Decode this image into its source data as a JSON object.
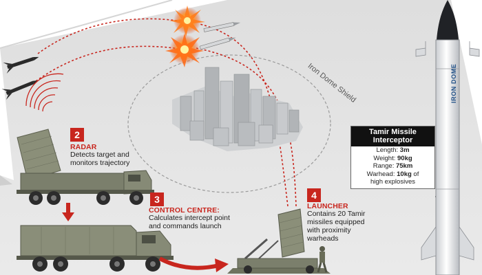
{
  "shield_label": "Iron Dome Shield",
  "steps": [
    {
      "number": "2",
      "title": "RADAR",
      "lines": [
        "Detects target and",
        "monitors trajectory"
      ]
    },
    {
      "number": "3",
      "title": "CONTROL CENTRE:",
      "lines": [
        "Calculates intercept point",
        "and commands launch"
      ]
    },
    {
      "number": "4",
      "title": "LAUNCHER",
      "lines": [
        "Contains 20 Tamir",
        "missiles equipped",
        "with proximity",
        "warheads"
      ]
    }
  ],
  "spec": {
    "title": [
      "Tamir Missile",
      "Interceptor"
    ],
    "rows": [
      {
        "label": "Length: ",
        "value": "3m"
      },
      {
        "label": "Weight: ",
        "value": "90kg"
      },
      {
        "label": "Range: ",
        "value": "75km"
      },
      {
        "label": "Warhead: ",
        "value": "10kg",
        "suffix": " of"
      }
    ],
    "footer": "high explosives"
  },
  "missile_label": "IRON DOME",
  "colors": {
    "accent": "#c8261e",
    "ground": "#e1e1e1",
    "vehicle": "#7b7f6c",
    "missile_label": "#1e4e86"
  }
}
